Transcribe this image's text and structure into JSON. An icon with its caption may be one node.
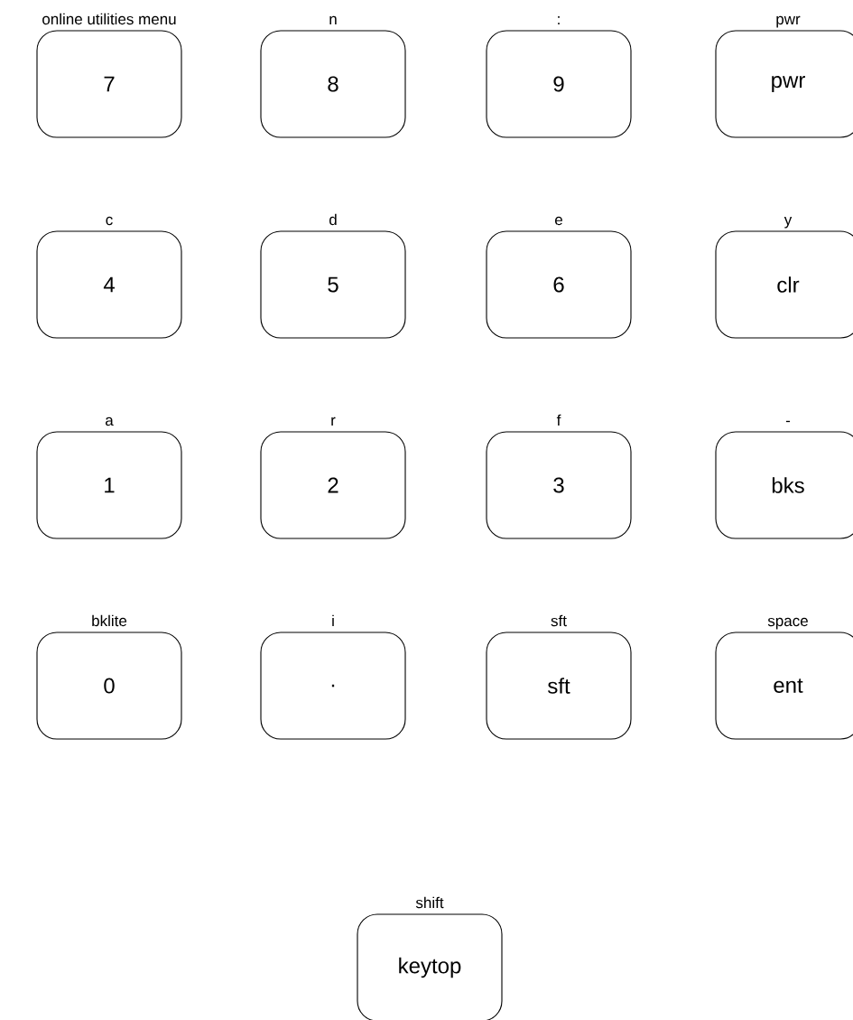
{
  "diagram": {
    "nodes": [
      {
        "text": [
          "online utilities menu",
          "7"
        ]
      },
      {
        "text": [
          "n",
          "8"
        ]
      },
      {
        "text": [
          ":",
          "9"
        ]
      },
      {
        "text": [
          "pwr",
          "pwr"
        ]
      },
      {
        "text": [
          "c",
          "4"
        ]
      },
      {
        "text": [
          "d",
          "5"
        ]
      },
      {
        "text": [
          "e",
          "6"
        ]
      },
      {
        "text": [
          "y",
          "clr"
        ]
      },
      {
        "text": [
          "a",
          "1"
        ]
      },
      {
        "text": [
          "r",
          "2"
        ]
      },
      {
        "text": [
          "f",
          "3"
        ]
      },
      {
        "text": [
          "-",
          "bks"
        ]
      },
      {
        "text": [
          "bklite",
          "0"
        ]
      },
      {
        "text": [
          "i",
          "."
        ]
      },
      {
        "text": [
          "sft",
          "sft"
        ]
      },
      {
        "text": [
          "space",
          "ent"
        ]
      },
      {
        "text": [
          "shift",
          "keytop"
        ]
      }
    ]
  }
}
